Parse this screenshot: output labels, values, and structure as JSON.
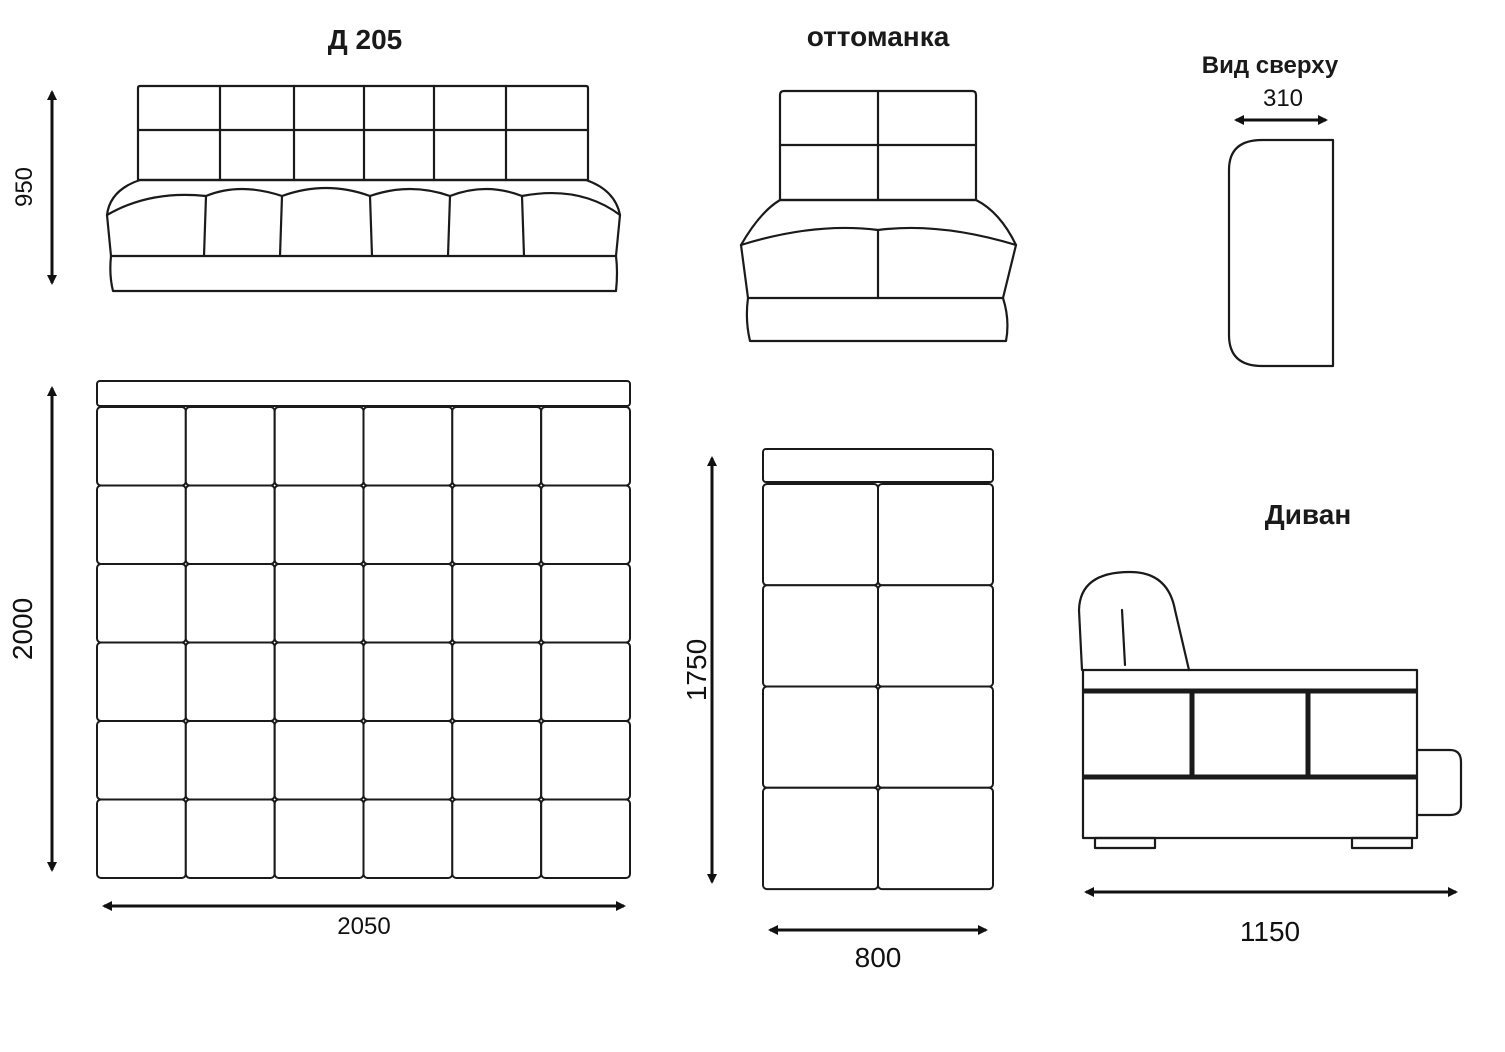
{
  "titles": {
    "sofa": "Д 205",
    "ottoman": "оттоманка",
    "top_view": "Вид сверху",
    "divan": "Диван"
  },
  "dimensions": {
    "sofa_height": "950",
    "sofa_depth": "2000",
    "sofa_width": "2050",
    "ottoman_depth": "1750",
    "ottoman_width": "800",
    "top_view_width": "310",
    "divan_width": "1150"
  }
}
